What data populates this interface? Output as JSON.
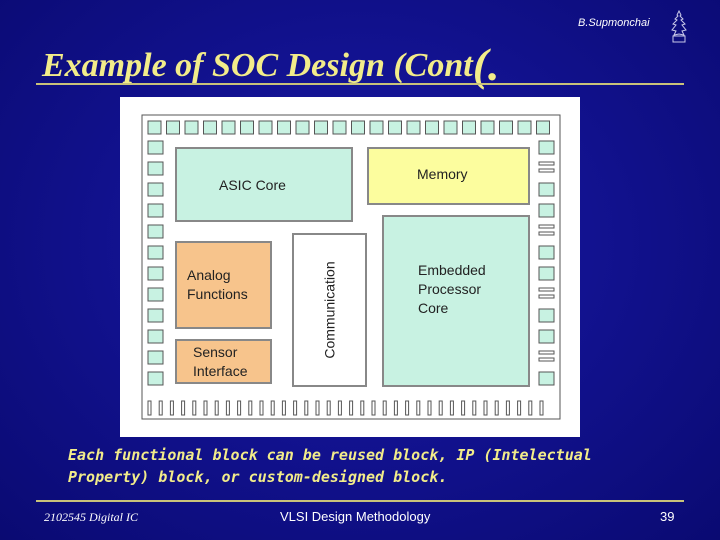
{
  "slide": {
    "title": "Example of SOC Design (Cont",
    "title_paren": "(.",
    "author": "B.Supmonchai",
    "caption_line1": "Each functional block can be reused block, IP (Intelectual",
    "caption_line2": "Property) block, or custom-designed block.",
    "footer_left": "2102545 Digital IC",
    "footer_center": "VLSI Design Methodology",
    "page_number": "39"
  },
  "diagram": {
    "asic": "ASIC Core",
    "memory": "Memory",
    "analog_line1": "Analog",
    "analog_line2": "Functions",
    "sensor_line1": "Sensor",
    "sensor_line2": "Interface",
    "communication": "Communication",
    "embedded_line1": "Embedded",
    "embedded_line2": "Processor",
    "embedded_line3": "Core"
  },
  "colors": {
    "background": "#121290",
    "title": "#f2ec8a",
    "block_teal": "#c8f2e2",
    "block_yellow": "#fcfd9e",
    "block_orange": "#f7c48c",
    "pad_fill": "#c8f2e2"
  }
}
